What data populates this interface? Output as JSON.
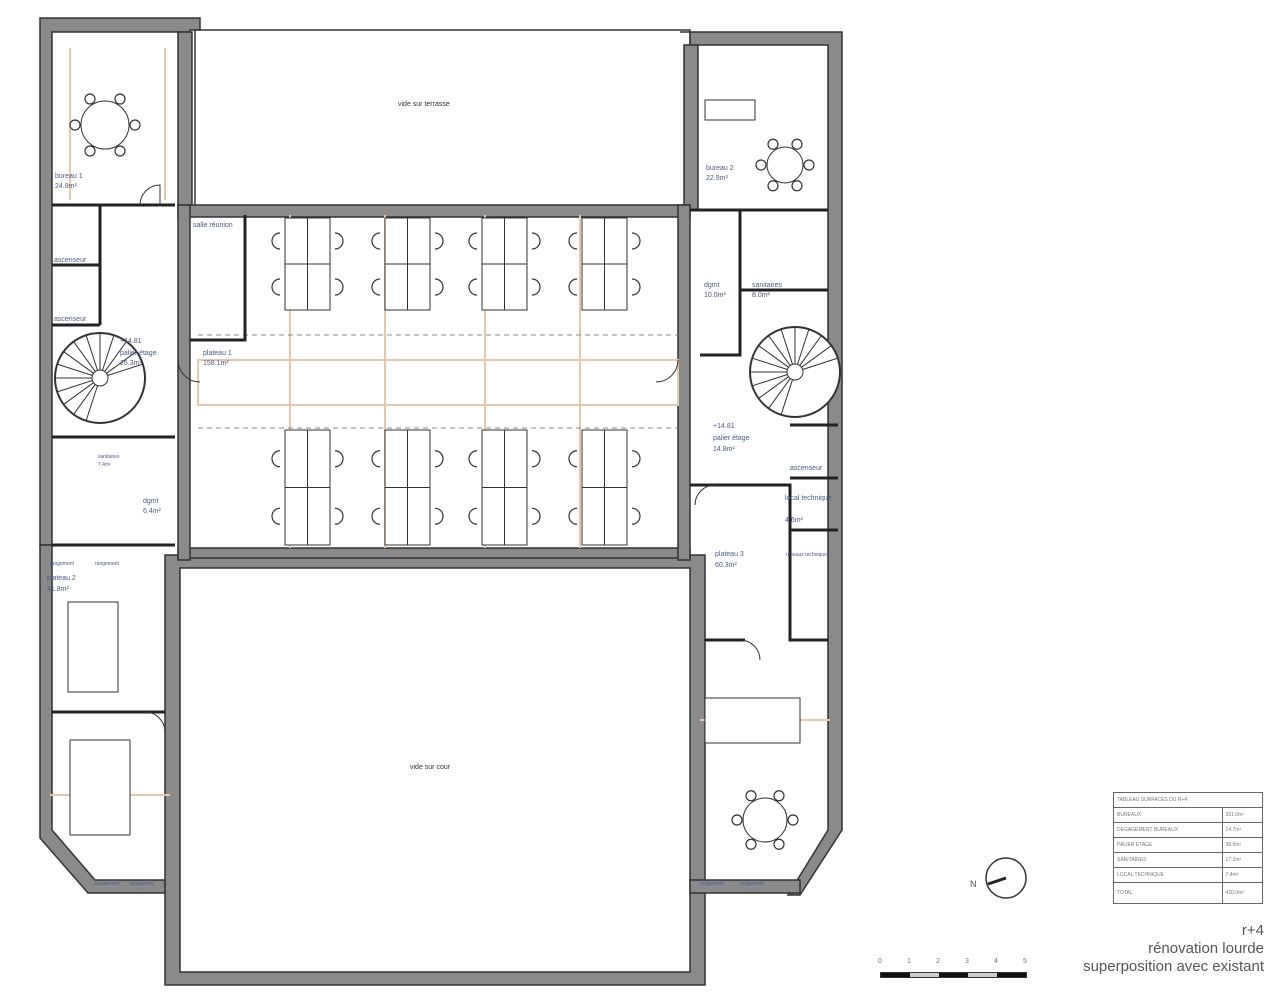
{
  "rooms": {
    "bureau1": {
      "name": "bureau 1",
      "area": "24.9m²"
    },
    "terrasse": {
      "name": "vide sur terrasse"
    },
    "bureau2": {
      "name": "bureau 2",
      "area": "22.9m²"
    },
    "ascenseur_left_1": {
      "name": "ascenseur"
    },
    "ascenseur_left_2": {
      "name": "ascenseur"
    },
    "salle_reunion": {
      "name": "salle réunion"
    },
    "palier_left": {
      "level": "+14.81",
      "name": "palier étage",
      "area": "26.3m²"
    },
    "plateau1": {
      "name": "plateau 1",
      "area": "158.1m²"
    },
    "dgmt_right": {
      "name": "dgmt",
      "area": "10.0m²"
    },
    "sanitaires_right": {
      "name": "sanitaires",
      "area": "8.0m²"
    },
    "palier_right": {
      "level": "+14.81",
      "name": "palier étage",
      "area": "14.8m²"
    },
    "ascenseur_right": {
      "name": "ascenseur"
    },
    "local_technique": {
      "name": "local technique",
      "area": "4.6m²"
    },
    "plateau3": {
      "name": "plateau 3",
      "area": "60.3m²"
    },
    "reseaux": {
      "name": "réseaux techniques"
    },
    "sanitaires_left": {
      "name": "sanitaires",
      "area": "7.4m²"
    },
    "dgmt_left": {
      "name": "dgmt",
      "area": "6.4m²"
    },
    "plateau2": {
      "name": "plateau 2",
      "area": "41.8m²"
    },
    "cour": {
      "name": "vide sur cour"
    },
    "rangement": "rangement"
  },
  "table": {
    "title": "TABLEAU SURFACES DU R+4",
    "rows": [
      {
        "label": "BUREAUX",
        "value": "351.0m²"
      },
      {
        "label": "DEGAGEMENT BUREAUX",
        "value": "14.7m²"
      },
      {
        "label": "PALIER ETAGE",
        "value": "38.5m²"
      },
      {
        "label": "SANITAIRES",
        "value": "17.1m²"
      },
      {
        "label": "LOCAL TECHNIQUE",
        "value": "7.4m²"
      },
      {
        "label": "TOTAL",
        "value": "420.0m²"
      }
    ]
  },
  "north": {
    "label": "N"
  },
  "scale": {
    "ticks": [
      "0",
      "1",
      "2",
      "3",
      "4",
      "5"
    ]
  },
  "titles": {
    "level": "r+4",
    "line1": "rénovation lourde",
    "line2": "superposition avec existant"
  },
  "colors": {
    "wall": "#8a8a8a",
    "existing_overlay": "#e8c8a8",
    "label": "#4a5a8a"
  }
}
